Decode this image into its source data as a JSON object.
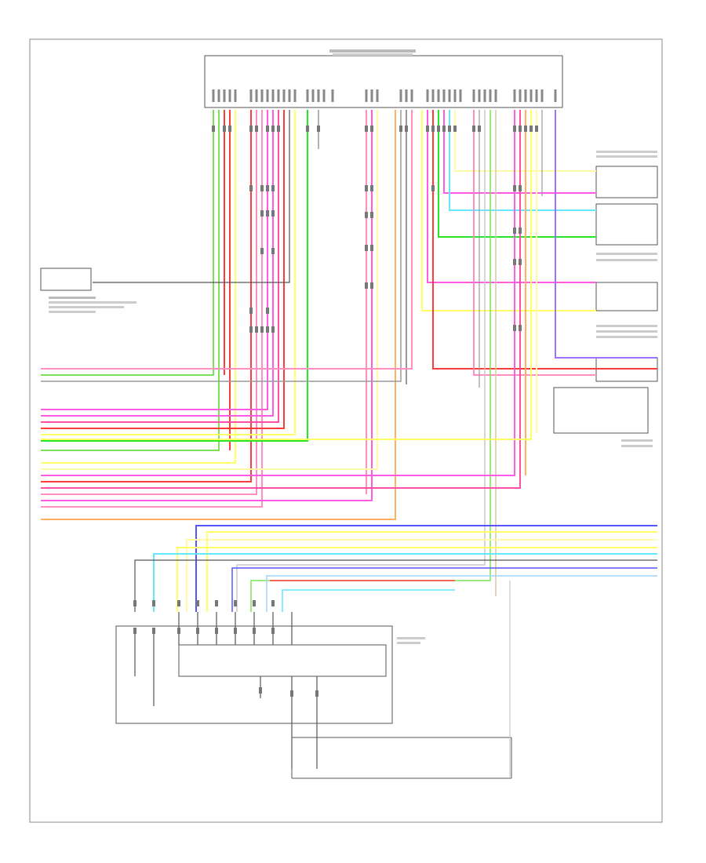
{
  "diagram": {
    "footer_code": "",
    "colors": {
      "green": "#7ee05a",
      "bright_green": "#27e627",
      "red": "#ff3b3b",
      "pink": "#ff8fc0",
      "magenta": "#ff5ce3",
      "hot_pink": "#ff4fa6",
      "yellow": "#ffff66",
      "light_yellow": "#fff9a8",
      "orange": "#ffb060",
      "blue": "#5555ff",
      "cyan": "#66e6ff",
      "light_blue": "#9fd4ff",
      "violet": "#a070ff",
      "gray": "#9a9a9a",
      "dark": "#555555",
      "light_gray": "#c8c8c8",
      "beige": "#d9c9a6",
      "salmon": "#ffa39a"
    },
    "components": {
      "top_module": "module-box",
      "left_sensor": "sensor-box",
      "right_connector_1": "connector-box",
      "right_connector_2": "connector-box",
      "right_connector_3": "connector-box",
      "bottom_module": "module-box"
    }
  }
}
